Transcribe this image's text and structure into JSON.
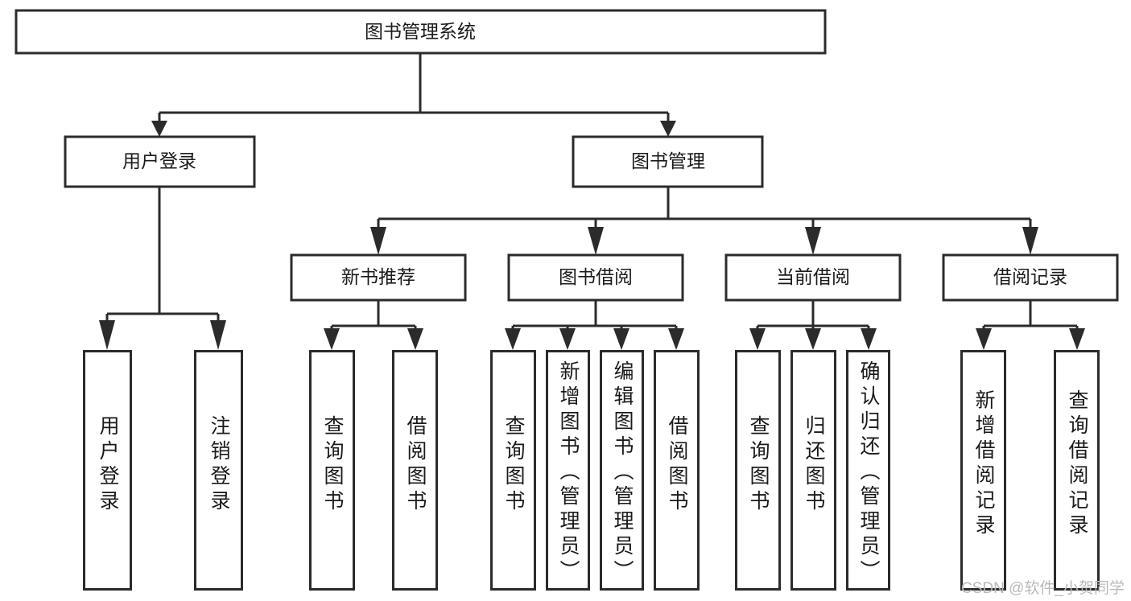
{
  "diagram": {
    "type": "tree-hierarchy",
    "title": "图书管理系统",
    "root": {
      "id": "root",
      "label": "图书管理系统"
    },
    "level2": [
      {
        "id": "user-login",
        "label": "用户登录"
      },
      {
        "id": "book-manage",
        "label": "图书管理"
      }
    ],
    "level3": [
      {
        "id": "new-book-rec",
        "label": "新书推荐",
        "parent": "book-manage"
      },
      {
        "id": "book-borrow",
        "label": "图书借阅",
        "parent": "book-manage"
      },
      {
        "id": "current-borrow",
        "label": "当前借阅",
        "parent": "book-manage"
      },
      {
        "id": "borrow-record",
        "label": "借阅记录",
        "parent": "book-manage"
      }
    ],
    "leaves": [
      {
        "id": "leaf-user-login",
        "label": "用户登录",
        "parent": "user-login"
      },
      {
        "id": "leaf-logout",
        "label": "注销登录",
        "parent": "user-login"
      },
      {
        "id": "leaf-query-book-1",
        "label": "查询图书",
        "parent": "new-book-rec"
      },
      {
        "id": "leaf-borrow-book-1",
        "label": "借阅图书",
        "parent": "new-book-rec"
      },
      {
        "id": "leaf-query-book-2",
        "label": "查询图书",
        "parent": "book-borrow"
      },
      {
        "id": "leaf-add-book",
        "label": "新增图书（管理员）",
        "parent": "book-borrow"
      },
      {
        "id": "leaf-edit-book",
        "label": "编辑图书（管理员）",
        "parent": "book-borrow"
      },
      {
        "id": "leaf-borrow-book-2",
        "label": "借阅图书",
        "parent": "book-borrow"
      },
      {
        "id": "leaf-query-book-3",
        "label": "查询图书",
        "parent": "current-borrow"
      },
      {
        "id": "leaf-return-book",
        "label": "归还图书",
        "parent": "current-borrow"
      },
      {
        "id": "leaf-confirm-return",
        "label": "确认归还（管理员）",
        "parent": "current-borrow"
      },
      {
        "id": "leaf-add-record",
        "label": "新增借阅记录",
        "parent": "borrow-record"
      },
      {
        "id": "leaf-query-record",
        "label": "查询借阅记录",
        "parent": "borrow-record"
      }
    ],
    "colors": {
      "stroke": "#2b2b2b",
      "fill": "#ffffff",
      "text": "#1a1a1a",
      "watermark": "#b9b9b9"
    }
  },
  "watermark": {
    "text": "CSDN @软件_小贺同学"
  }
}
